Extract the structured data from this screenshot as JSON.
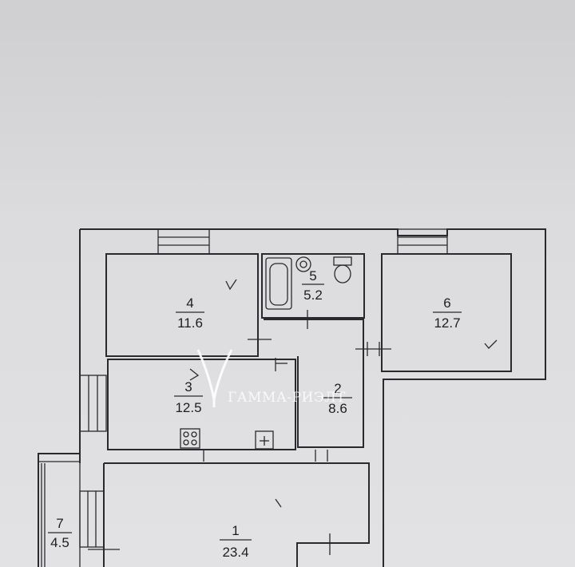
{
  "rooms": [
    {
      "id": "1",
      "number": "1",
      "area": "23.4"
    },
    {
      "id": "2",
      "number": "2",
      "area": "8.6"
    },
    {
      "id": "3",
      "number": "3",
      "area": "12.5"
    },
    {
      "id": "4",
      "number": "4",
      "area": "11.6"
    },
    {
      "id": "5",
      "number": "5",
      "area": "5.2"
    },
    {
      "id": "6",
      "number": "6",
      "area": "12.7"
    },
    {
      "id": "7",
      "number": "7",
      "area": "4.5"
    }
  ],
  "watermark": {
    "text": "ГАММА-РИЭЛТ"
  },
  "colors": {
    "paper": "#dcdcde",
    "ink": "#2a2a2e",
    "watermark": "#ffffff"
  }
}
